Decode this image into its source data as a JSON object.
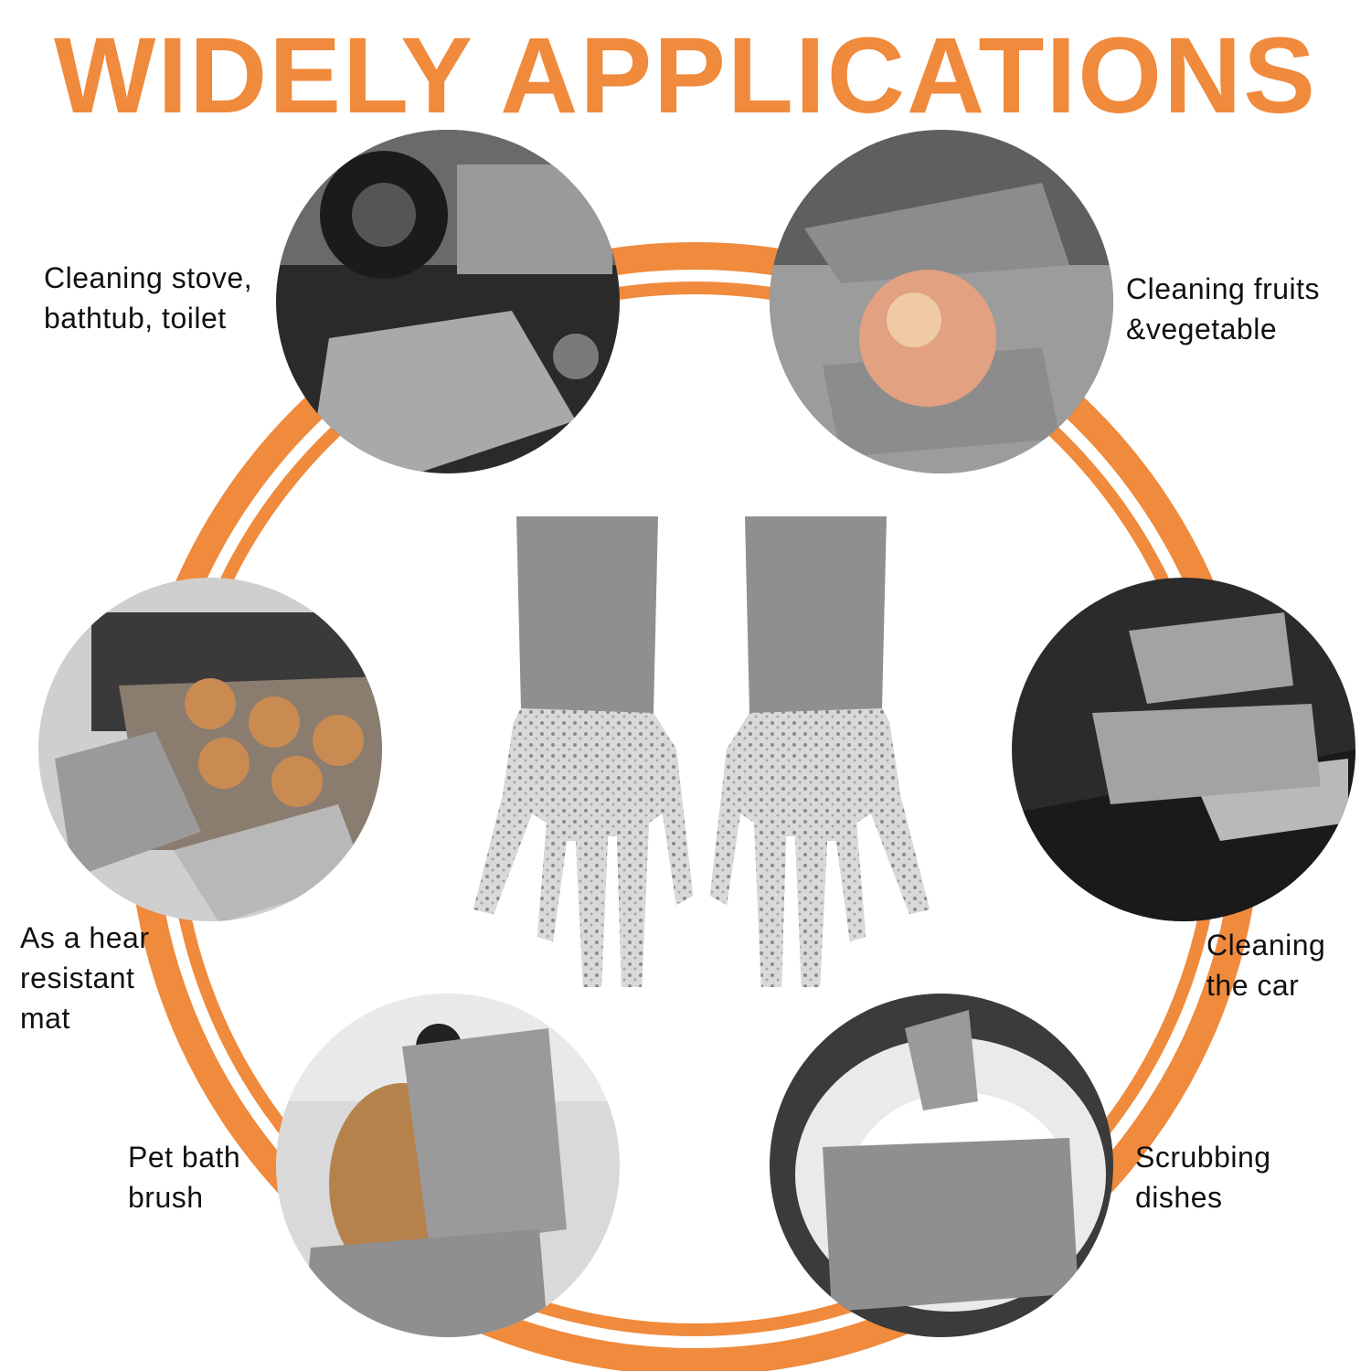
{
  "title": "WIDELY APPLICATIONS",
  "colors": {
    "accent": "#f08a3c",
    "ring": "#f08a3c",
    "glove": "#8f8f8f",
    "text": "#111111"
  },
  "applications": [
    {
      "id": "stove",
      "lines": [
        "Cleaning stove,",
        "bathtub, toilet"
      ]
    },
    {
      "id": "fruits",
      "lines": [
        "Cleaning fruits",
        "&vegetable"
      ]
    },
    {
      "id": "heat-mat",
      "lines": [
        "As a hear",
        "resistant",
        "mat"
      ]
    },
    {
      "id": "car",
      "lines": [
        "Cleaning",
        "the car"
      ]
    },
    {
      "id": "pet",
      "lines": [
        "Pet bath",
        "brush"
      ]
    },
    {
      "id": "dishes",
      "lines": [
        "Scrubbing",
        "dishes"
      ]
    }
  ]
}
